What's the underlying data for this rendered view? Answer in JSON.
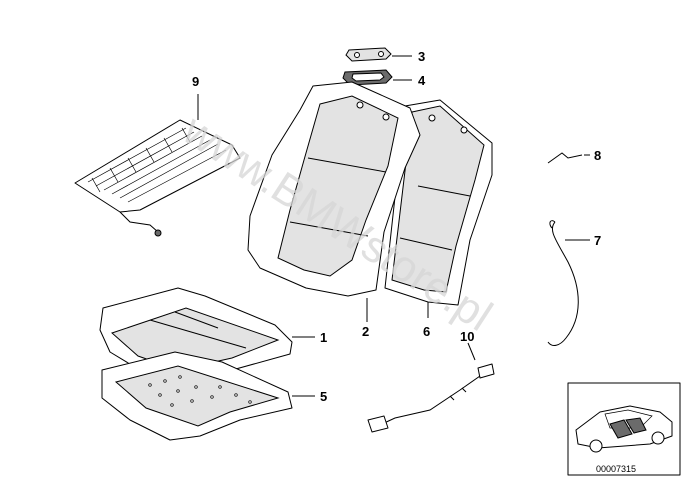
{
  "diagram": {
    "watermark": "www.BMWstore.pl",
    "inset_part_number": "00007315",
    "callouts": [
      {
        "id": "c1",
        "label": "1"
      },
      {
        "id": "c2",
        "label": "2"
      },
      {
        "id": "c3",
        "label": "3"
      },
      {
        "id": "c4",
        "label": "4"
      },
      {
        "id": "c5",
        "label": "5"
      },
      {
        "id": "c6",
        "label": "6"
      },
      {
        "id": "c7",
        "label": "7"
      },
      {
        "id": "c8",
        "label": "8"
      },
      {
        "id": "c9",
        "label": "9"
      },
      {
        "id": "c10",
        "label": "10"
      }
    ]
  }
}
